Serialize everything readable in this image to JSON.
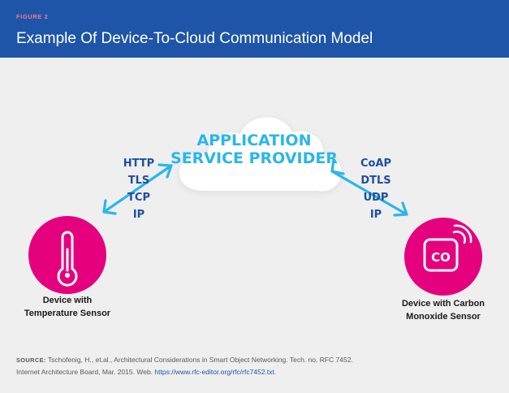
{
  "header": {
    "figure_label": "FIGURE 2",
    "title": "Example Of Device-To-Cloud Communication Model"
  },
  "cloud": {
    "line1": "APPLICATION",
    "line2": "SERVICE PROVIDER",
    "icon": "cloud-icon"
  },
  "left_protocols": [
    "HTTP",
    "TLS",
    "TCP",
    "IP"
  ],
  "right_protocols": [
    "CoAP",
    "DTLS",
    "UDP",
    "IP"
  ],
  "devices": {
    "left": {
      "line1": "Device with",
      "line2": "Temperature Sensor",
      "icon": "thermometer-icon"
    },
    "right": {
      "line1": "Device with Carbon",
      "line2": "Monoxide Sensor",
      "icon": "co-sensor-icon",
      "badge_text": "CO"
    }
  },
  "source": {
    "label": "SOURCE:",
    "text1": "Tschofenig, H., et.al., Architectural Considerations in Smart Object Networking. Tech. no. RFC 7452.",
    "text2": "Internet Architecture Board, Mar. 2015. Web.",
    "link": "https://www.rfc-editor.org/rfc/rfc7452.txt."
  },
  "colors": {
    "header_bg": "#1f55a8",
    "figure_label": "#f27a8e",
    "background": "#efeff0",
    "accent_magenta": "#e5007e",
    "arrow_blue": "#2bb6e8",
    "protocol_text": "#1e4fa0",
    "cloud_text": "#2bb6e8"
  }
}
